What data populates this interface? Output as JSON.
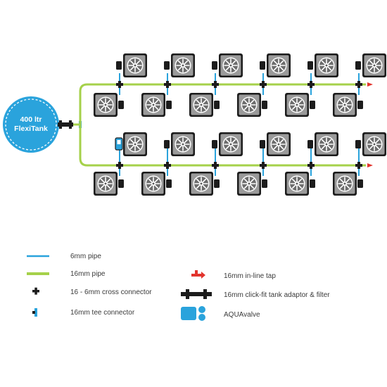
{
  "tank": {
    "line1": "400 ltr",
    "line2": "FlexiTank",
    "color": "#2aa3dc"
  },
  "colors": {
    "pipe_6mm": "#2aa3dc",
    "pipe_16mm": "#a5d14a",
    "connector": "#1a1a1a",
    "tap": "#e2342d",
    "valve": "#2aa3dc",
    "pot_fill": "#9a9a9a",
    "pot_border": "#1a1a1a"
  },
  "system": {
    "branches": 2,
    "pots_per_branch": 12,
    "pots_total": 24,
    "pot_icon": "fan-pot-icon"
  },
  "legend": {
    "pipe_6mm": "6mm pipe",
    "pipe_16mm": "16mm pipe",
    "cross": "16 - 6mm cross connector",
    "tee": "16mm tee connector",
    "tap": "16mm in-line tap",
    "adaptor": "16mm click-fit tank adaptor & filter",
    "aquavalve": "AQUAvalve"
  }
}
